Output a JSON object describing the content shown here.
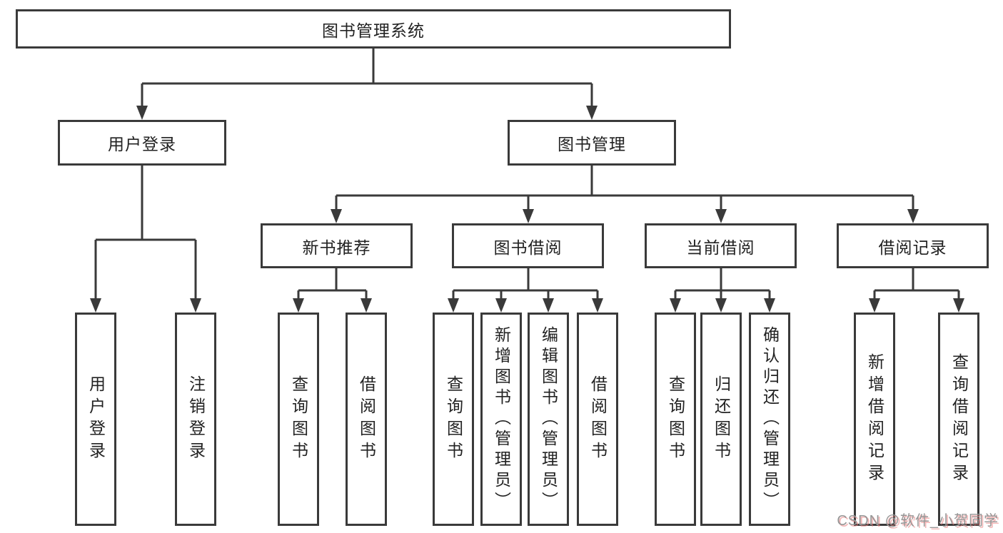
{
  "colors": {
    "line": "#3a3a3a",
    "box_border": "#3a3a3a",
    "text": "#222222",
    "background": "#ffffff",
    "watermark_gray": "#969696",
    "watermark_red": "#e97878"
  },
  "tree": {
    "label": "图书管理系统",
    "children": [
      {
        "label": "用户登录",
        "children": [
          {
            "label": "用户登录"
          },
          {
            "label": "注销登录"
          }
        ]
      },
      {
        "label": "图书管理",
        "children": [
          {
            "label": "新书推荐",
            "children": [
              {
                "label": "查询图书"
              },
              {
                "label": "借阅图书"
              }
            ]
          },
          {
            "label": "图书借阅",
            "children": [
              {
                "label": "查询图书"
              },
              {
                "label": "新增图书（管理员）"
              },
              {
                "label": "编辑图书（管理员）"
              },
              {
                "label": "借阅图书"
              }
            ]
          },
          {
            "label": "当前借阅",
            "children": [
              {
                "label": "查询图书"
              },
              {
                "label": "归还图书"
              },
              {
                "label": "确认归还（管理员）"
              }
            ]
          },
          {
            "label": "借阅记录",
            "children": [
              {
                "label": "新增借阅记录"
              },
              {
                "label": "查询借阅记录"
              }
            ]
          }
        ]
      }
    ]
  },
  "watermark": {
    "text": "CSDN @软件_小贺同学"
  }
}
